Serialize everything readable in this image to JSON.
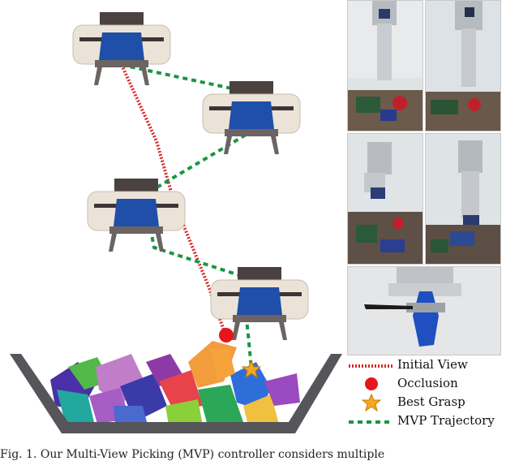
{
  "legend": {
    "initial_view": "Initial View",
    "occlusion": "Occlusion",
    "best_grasp": "Best Grasp",
    "mvp_trajectory": "MVP Trajectory"
  },
  "caption": "Fig. 1.   Our Multi-View Picking (MVP) controller considers multiple",
  "colors": {
    "initial_view_line": "#d62828",
    "mvp_trajectory_line": "#1a9641",
    "occlusion_marker": "#e8141b",
    "best_grasp_marker": "#f5a623",
    "gripper_body": "#ece3d8",
    "gripper_dark": "#4a4140",
    "gripper_blue": "#1f4fa8",
    "bin": "#55555a"
  },
  "icons": [
    "gripper-icon",
    "bin-icon",
    "occlusion-dot-icon",
    "star-icon"
  ]
}
